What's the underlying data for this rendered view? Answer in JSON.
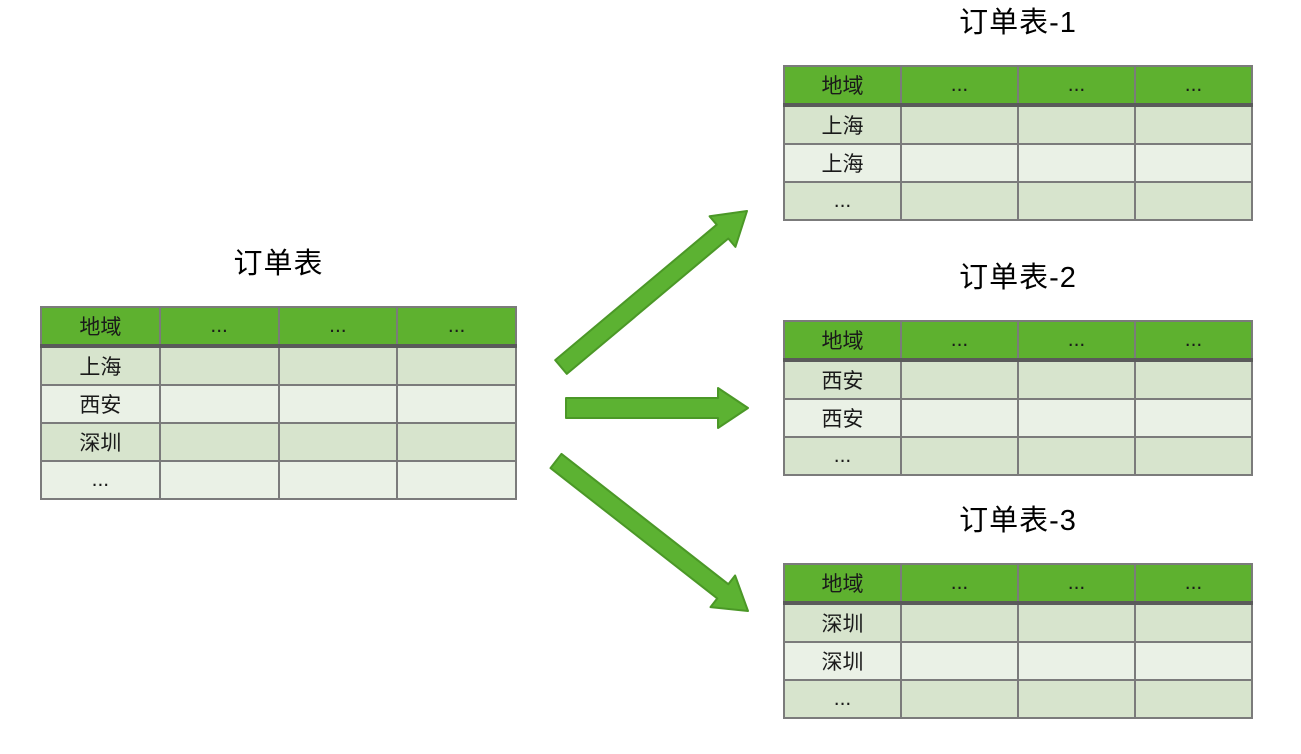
{
  "colors": {
    "background": "#ffffff",
    "header_green": "#5eb12f",
    "row_band_dark": "#d7e4cd",
    "row_band_light": "#eaf1e6",
    "cell_border": "#7b7b7b",
    "header_divider": "#5a5a5a",
    "arrow_fill": "#5cb232",
    "arrow_stroke": "#4b9827",
    "text": "#1a1a1a"
  },
  "main_table": {
    "title": "订单表",
    "headers": [
      "地域",
      "...",
      "...",
      "..."
    ],
    "rows": [
      [
        "上海",
        "",
        "",
        ""
      ],
      [
        "西安",
        "",
        "",
        ""
      ],
      [
        "深圳",
        "",
        "",
        ""
      ],
      [
        "...",
        "",
        "",
        ""
      ]
    ]
  },
  "shard_tables": [
    {
      "title": "订单表-1",
      "headers": [
        "地域",
        "...",
        "...",
        "..."
      ],
      "rows": [
        [
          "上海",
          "",
          "",
          ""
        ],
        [
          "上海",
          "",
          "",
          ""
        ],
        [
          "...",
          "",
          "",
          ""
        ]
      ]
    },
    {
      "title": "订单表-2",
      "headers": [
        "地域",
        "...",
        "...",
        "..."
      ],
      "rows": [
        [
          "西安",
          "",
          "",
          ""
        ],
        [
          "西安",
          "",
          "",
          ""
        ],
        [
          "...",
          "",
          "",
          ""
        ]
      ]
    },
    {
      "title": "订单表-3",
      "headers": [
        "地域",
        "...",
        "...",
        "..."
      ],
      "rows": [
        [
          "深圳",
          "",
          "",
          ""
        ],
        [
          "深圳",
          "",
          "",
          ""
        ],
        [
          "...",
          "",
          "",
          ""
        ]
      ]
    }
  ],
  "arrows": [
    {
      "from": "订单表",
      "to": "订单表-1"
    },
    {
      "from": "订单表",
      "to": "订单表-2"
    },
    {
      "from": "订单表",
      "to": "订单表-3"
    }
  ]
}
